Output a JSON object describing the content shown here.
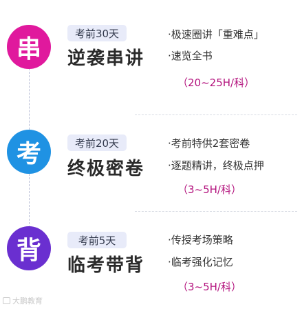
{
  "colors": {
    "circle_1": "#e0199d",
    "circle_2": "#1f92e3",
    "circle_3": "#6a2fd0",
    "tag_bg": "#e8ebf9",
    "duration_text": "#b3127d"
  },
  "stages": [
    {
      "badge_char": "串",
      "tag": "考前30天",
      "title": "逆袭串讲",
      "bullets": [
        "·极速圈讲「重难点」",
        "·速览全书"
      ],
      "duration": "（20~25H/科）"
    },
    {
      "badge_char": "考",
      "tag": "考前20天",
      "title": "终极密卷",
      "bullets": [
        "·考前特供2套密卷",
        "·逐题精讲，终极点押"
      ],
      "duration": "（3~5H/科）"
    },
    {
      "badge_char": "背",
      "tag": "考前5天",
      "title": "临考带背",
      "bullets": [
        "·传授考场策略",
        "·临考强化记忆"
      ],
      "duration": "（3~5H/科）"
    }
  ],
  "watermark": "大鹏教育"
}
